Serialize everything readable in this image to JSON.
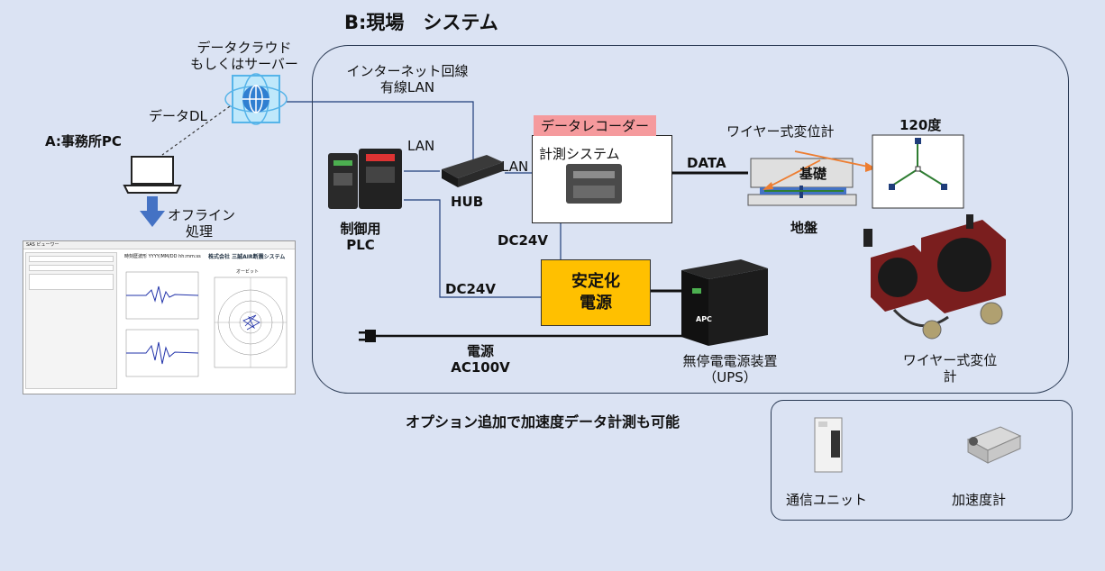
{
  "title": "B:現場　システム",
  "cloud": {
    "line1": "データクラウド",
    "line2": "もしくはサーバー"
  },
  "internet": {
    "line1": "インターネット回線",
    "line2": "有線LAN"
  },
  "data_dl": "データDL",
  "office": {
    "label": "A:事務所PC",
    "offline_line1": "オフライン",
    "offline_line2": "処理"
  },
  "software_window": {
    "title": "SAS ビューワー",
    "heading": "株式会社 三誠AIR断震システム",
    "graph_title": "時刻歴波形 YYYY/MM/DD hh:mm:ss",
    "orbit_title": "オービット"
  },
  "lan_top": "LAN",
  "lan_right": "LAN",
  "hub": "HUB",
  "plc": {
    "line1": "制御用",
    "line2": "PLC"
  },
  "recorder": {
    "tag": "データレコーダー",
    "label": "計測システム"
  },
  "data_link": "DATA",
  "wire_sensor_title": "ワイヤー式変位計",
  "foundation": "基礎",
  "ground": "地盤",
  "angle": "120度",
  "dc24v_upper": "DC24V",
  "dc24v_lower": "DC24V",
  "psu": {
    "line1": "安定化",
    "line2": "電源"
  },
  "ups": {
    "line1": "無停電電源装置",
    "line2": "（UPS）",
    "brand": "APC"
  },
  "power": {
    "line1": "電源",
    "line2": "AC100V"
  },
  "wire_photo_caption": {
    "line1": "ワイヤー式変位",
    "line2": "計"
  },
  "option_note": "オプション追加で加速度データ計測も可能",
  "options": [
    "通信ユニット",
    "加速度計"
  ],
  "colors": {
    "background": "#dbe3f3",
    "psu": "#ffc000",
    "recorder_tag": "#f59a9d",
    "arrow": "#4472c4",
    "sensor_arrow": "#ed7d31"
  }
}
